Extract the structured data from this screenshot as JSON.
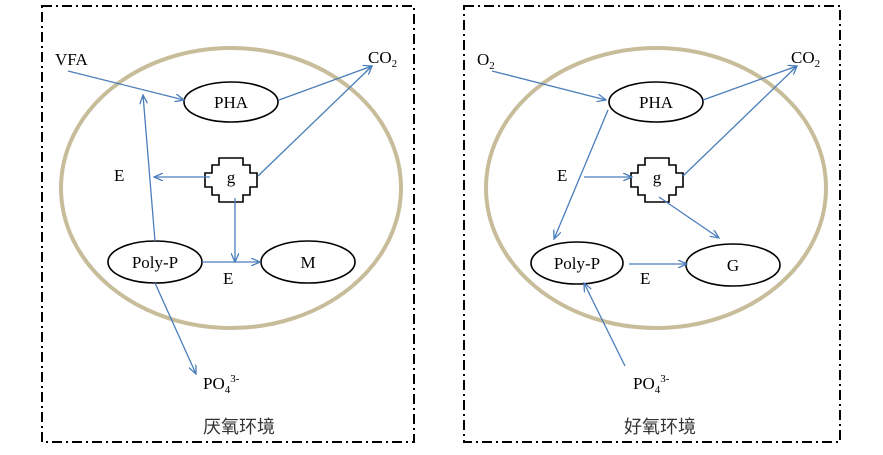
{
  "panels": [
    {
      "id": "anaerobic",
      "caption": "厌氧环境",
      "input_label": "VFA",
      "output_co2": {
        "main": "CO",
        "sub": "2"
      },
      "storage_node": "PHA",
      "energy_node": "g",
      "polyp_node": "Poly-P",
      "product_node": "M",
      "energy_label_1": "E",
      "energy_label_2": "E",
      "phosphate": {
        "main": "PO",
        "sub": "4",
        "sup": "3-"
      }
    },
    {
      "id": "aerobic",
      "caption": "好氧环境",
      "input_label": {
        "main": "O",
        "sub": "2"
      },
      "output_co2": {
        "main": "CO",
        "sub": "2"
      },
      "storage_node": "PHA",
      "energy_node": "g",
      "polyp_node": "Poly-P",
      "product_node": "G",
      "energy_label_1": "E",
      "energy_label_2": "E",
      "phosphate": {
        "main": "PO",
        "sub": "4",
        "sup": "3-"
      }
    }
  ],
  "colors": {
    "arrow": "#4a7ebb",
    "cell_membrane": "#c8bd9a",
    "frame": "#000000"
  }
}
